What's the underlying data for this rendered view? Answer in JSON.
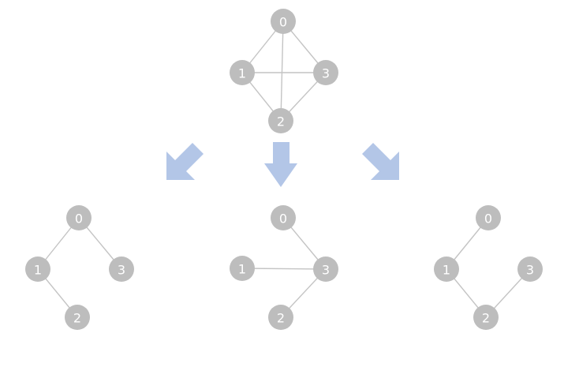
{
  "colors": {
    "node_fill": "#bdbdbd",
    "node_text": "#ffffff",
    "edge": "#c4c4c4",
    "arrow": "#b3c6e7",
    "background": "#ffffff"
  },
  "graphs": [
    {
      "id": "source-graph",
      "nodes": [
        "0",
        "1",
        "2",
        "3"
      ],
      "edges": [
        [
          "0",
          "1"
        ],
        [
          "0",
          "2"
        ],
        [
          "0",
          "3"
        ],
        [
          "1",
          "2"
        ],
        [
          "1",
          "3"
        ],
        [
          "2",
          "3"
        ]
      ]
    },
    {
      "id": "spanning-tree-left",
      "nodes": [
        "0",
        "1",
        "2",
        "3"
      ],
      "edges": [
        [
          "0",
          "1"
        ],
        [
          "0",
          "3"
        ],
        [
          "1",
          "2"
        ]
      ]
    },
    {
      "id": "spanning-tree-middle",
      "nodes": [
        "0",
        "1",
        "2",
        "3"
      ],
      "edges": [
        [
          "0",
          "3"
        ],
        [
          "1",
          "3"
        ],
        [
          "2",
          "3"
        ]
      ]
    },
    {
      "id": "spanning-tree-right",
      "nodes": [
        "0",
        "1",
        "2",
        "3"
      ],
      "edges": [
        [
          "0",
          "1"
        ],
        [
          "1",
          "2"
        ],
        [
          "2",
          "3"
        ]
      ]
    }
  ],
  "arrows": [
    {
      "id": "arrow-down-left",
      "icon": "arrow-down-left-icon"
    },
    {
      "id": "arrow-down",
      "icon": "arrow-down-icon"
    },
    {
      "id": "arrow-down-right",
      "icon": "arrow-down-right-icon"
    }
  ]
}
